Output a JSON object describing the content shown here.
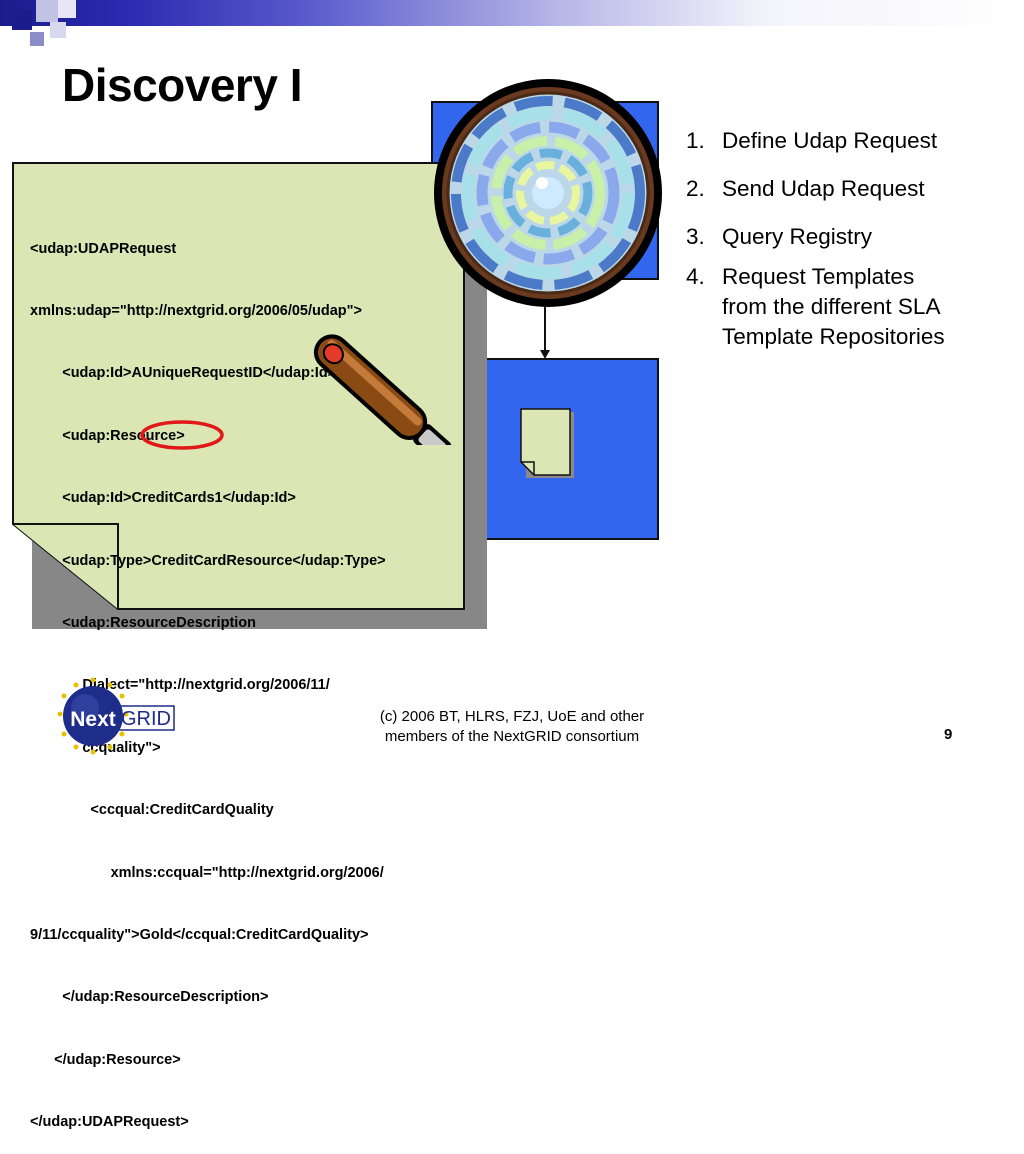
{
  "slide": {
    "title": "Discovery I",
    "code_lines": [
      "<udap:UDAPRequest",
      "xmlns:udap=\"http://nextgrid.org/2006/05/udap\">",
      "        <udap:Id>AUniqueRequestID</udap:Id>",
      "        <udap:Resource>",
      "        <udap:Id>CreditCards1</udap:Id>",
      "        <udap:Type>CreditCardResource</udap:Type>",
      "        <udap:ResourceDescription",
      "             Dialect=\"http://nextgrid.org/2006/11/",
      "             ccquality\">",
      "               <ccqual:CreditCardQuality",
      "                    xmlns:ccqual=\"http://nextgrid.org/2006/",
      "9/11/ccquality\">Gold</ccqual:CreditCardQuality>",
      "        </udap:ResourceDescription>",
      "      </udap:Resource>",
      "</udap:UDAPRequest>"
    ],
    "steps": [
      {
        "num": "1.",
        "text": "Define Udap Request"
      },
      {
        "num": "2.",
        "text": "Send Udap Request"
      },
      {
        "num": "3.",
        "text": "Query Registry"
      },
      {
        "num": "4.",
        "text": "Request Templates\nfrom the different SLA\nTemplate Repositories"
      }
    ],
    "footer": {
      "line1": "(c) 2006 BT, HLRS, FZJ, UoE and other",
      "line2": "members of the NextGRID consortium"
    },
    "page_number": "9",
    "logo": {
      "next": "Next",
      "grid": "GRID"
    }
  },
  "colors": {
    "title_bar_dark": "#1c1c8c",
    "document_fill": "#dbe6b4",
    "blue_box": "#3366ee",
    "highlight_circle": "#e01818",
    "magnifier_handle": "#8a4a14",
    "logo_blue": "#1e2c8a",
    "logo_stars": "#e8c000"
  },
  "icons": [
    "magnifying-glass-icon",
    "document-icon",
    "nextgrid-logo"
  ]
}
